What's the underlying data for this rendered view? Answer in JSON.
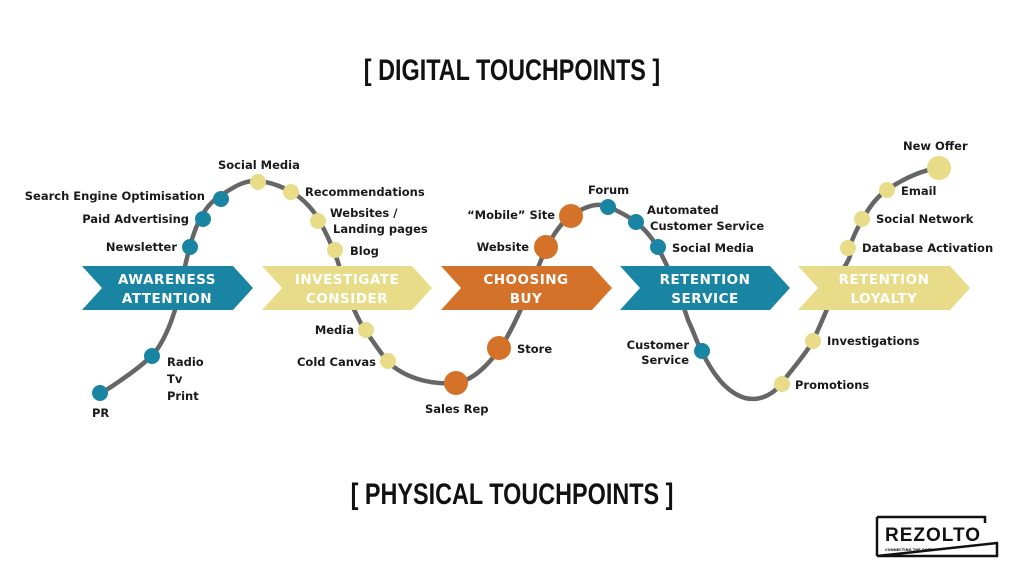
{
  "headings": {
    "digital": "[ DIGITAL TOUCHPOINTS ]",
    "physical": "[ PHYSICAL TOUCHPOINTS ]"
  },
  "colors": {
    "teal": "#1A85A3",
    "yellow": "#E8DC88",
    "orange": "#D4722A",
    "curve": "#666666",
    "text": "#1a1a1a"
  },
  "stages": [
    {
      "line1": "AWARENESS",
      "line2": "ATTENTION",
      "color": "teal"
    },
    {
      "line1": "INVESTIGATE",
      "line2": "CONSIDER",
      "color": "yellow"
    },
    {
      "line1": "CHOOSING",
      "line2": "BUY",
      "color": "orange"
    },
    {
      "line1": "RETENTION",
      "line2": "SERVICE",
      "color": "teal"
    },
    {
      "line1": "RETENTION",
      "line2": "LOYALTY",
      "color": "yellow"
    }
  ],
  "touchpoints": {
    "awareness": {
      "digital": [
        "Search Engine Optimisation",
        "Paid Advertising",
        "Newsletter"
      ],
      "physical": [
        "Radio",
        "Tv",
        "Print",
        "PR"
      ]
    },
    "investigate": {
      "digital": [
        "Social Media",
        "Recommendations",
        "Websites /",
        "Landing pages",
        "Blog"
      ],
      "physical": [
        "Media",
        "Cold Canvas"
      ]
    },
    "choosing": {
      "digital": [
        "“Mobile” Site",
        "Website"
      ],
      "physical": [
        "Sales Rep",
        "Store"
      ]
    },
    "service": {
      "digital": [
        "Forum",
        "Automated",
        "Customer Service",
        "Social Media"
      ],
      "physical": [
        "Customer",
        "Service"
      ]
    },
    "loyalty": {
      "digital": [
        "New Offer",
        "Email",
        "Social Network",
        "Database Activation"
      ],
      "physical": [
        "Investigations",
        "Promotions"
      ]
    }
  },
  "logo": {
    "name": "REZOLTO",
    "tagline": "CONNECTING THE DOTS"
  }
}
